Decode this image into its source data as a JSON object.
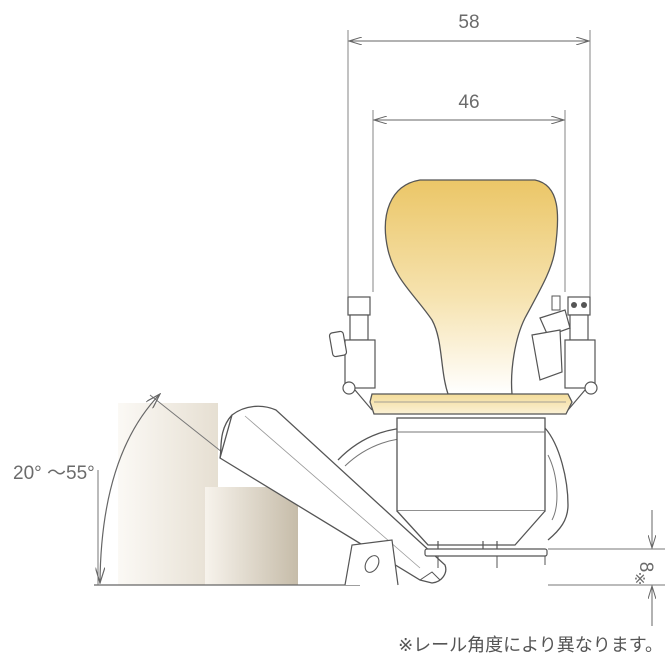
{
  "dimensions": {
    "outer_width": "58",
    "inner_width": "46",
    "angle_range": "20° ～55°",
    "footrest_height": "8",
    "footrest_mark": "※"
  },
  "note": "※レール角度により異なります。",
  "colors": {
    "line": "#5a5a5a",
    "seat_top": "#ecc96a",
    "seat_bottom": "#ffffff",
    "step_light": "#f4efe6",
    "step_dark": "#c8bfae"
  }
}
